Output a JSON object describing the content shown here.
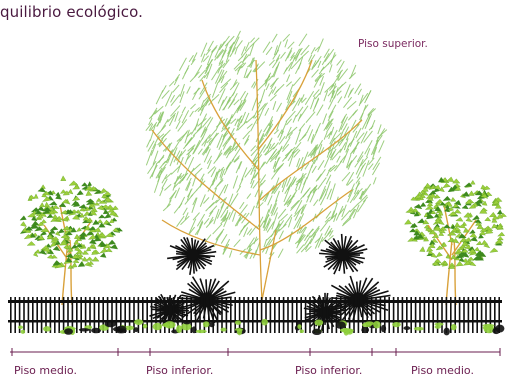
{
  "title": "quilibrio ecológico.",
  "upper_label": "Piso superior.",
  "bottom_labels": [
    "Piso medio.",
    "Piso inferior.",
    "Piso inferior.",
    "Piso medio."
  ],
  "colors": {
    "title": "#4a1a40",
    "labels": "#6a1d4f",
    "large_tree_foliage": "#8cc66a",
    "trunk": "#d9a13a",
    "small_tree_foliage": "#9ccf3c",
    "small_tree_dark": "#3e8a1e",
    "palms": "#111111",
    "fence": "#111111",
    "ground_shrubs": "#8fcf3c",
    "scale_line": "#6a1d4f"
  },
  "icons": [
    "large-tree-icon",
    "small-tree-icon",
    "dark-palm-icon",
    "fence-icon",
    "ground-shrub-icon"
  ]
}
